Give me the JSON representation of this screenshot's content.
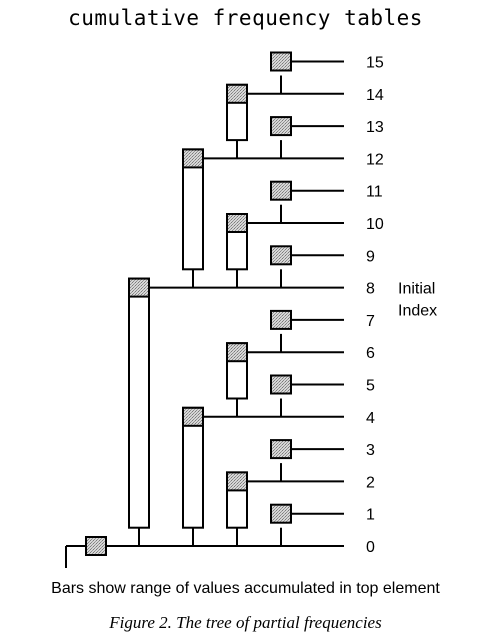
{
  "title": "cumulative frequency tables",
  "diagram": {
    "index_labels": [
      "15",
      "14",
      "13",
      "12",
      "11",
      "10",
      "9",
      "8",
      "7",
      "6",
      "5",
      "4",
      "3",
      "2",
      "1",
      "0"
    ],
    "initial_index_label": [
      "Initial",
      "Index"
    ],
    "nodes": [
      {
        "index": 1,
        "range": [
          1,
          1
        ]
      },
      {
        "index": 2,
        "range": [
          1,
          2
        ]
      },
      {
        "index": 3,
        "range": [
          3,
          3
        ]
      },
      {
        "index": 4,
        "range": [
          1,
          4
        ]
      },
      {
        "index": 5,
        "range": [
          5,
          5
        ]
      },
      {
        "index": 6,
        "range": [
          5,
          6
        ]
      },
      {
        "index": 7,
        "range": [
          7,
          7
        ]
      },
      {
        "index": 8,
        "range": [
          1,
          8
        ]
      },
      {
        "index": 9,
        "range": [
          9,
          9
        ]
      },
      {
        "index": 10,
        "range": [
          9,
          10
        ]
      },
      {
        "index": 11,
        "range": [
          11,
          11
        ]
      },
      {
        "index": 12,
        "range": [
          9,
          12
        ]
      },
      {
        "index": 13,
        "range": [
          13,
          13
        ]
      },
      {
        "index": 14,
        "range": [
          13,
          14
        ]
      },
      {
        "index": 15,
        "range": [
          15,
          15
        ]
      },
      {
        "index": 0,
        "range": [
          0,
          0
        ]
      }
    ]
  },
  "caption": "Bars show range of values accumulated in top element",
  "figure_caption": "Figure 2. The tree of partial frequencies"
}
